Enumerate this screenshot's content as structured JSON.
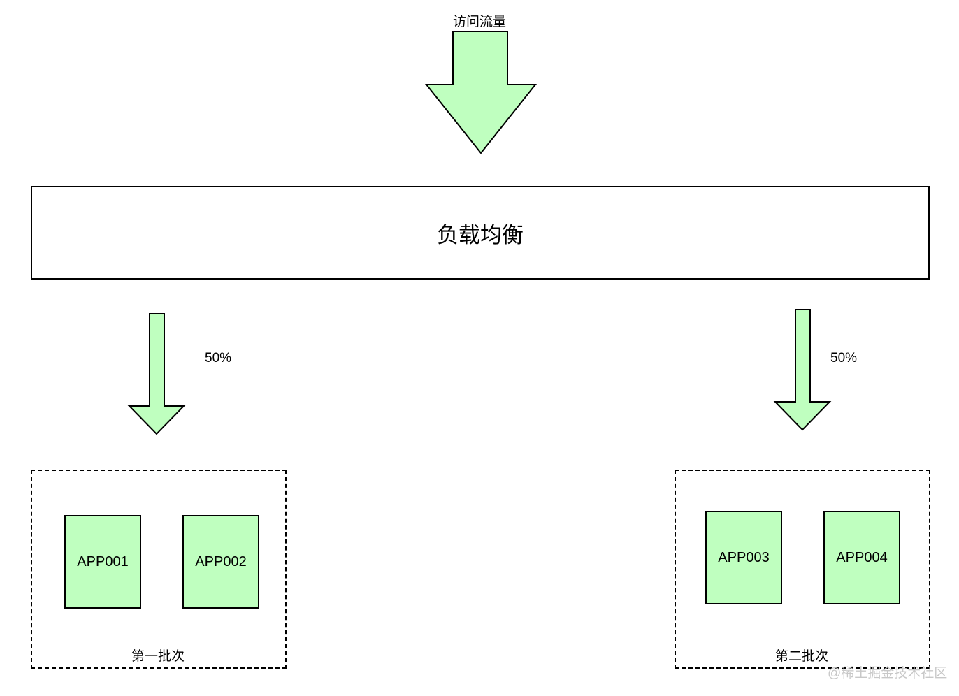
{
  "colors": {
    "node_fill": "#bfffbf",
    "stroke": "#000000",
    "watermark": "#c8c8c8"
  },
  "traffic": {
    "label": "访问流量"
  },
  "load_balancer": {
    "label": "负载均衡"
  },
  "branches": [
    {
      "percent": "50%"
    },
    {
      "percent": "50%"
    }
  ],
  "groups": [
    {
      "label": "第一批次",
      "apps": [
        "APP001",
        "APP002"
      ]
    },
    {
      "label": "第二批次",
      "apps": [
        "APP003",
        "APP004"
      ]
    }
  ],
  "watermark": "@稀土掘金技术社区"
}
